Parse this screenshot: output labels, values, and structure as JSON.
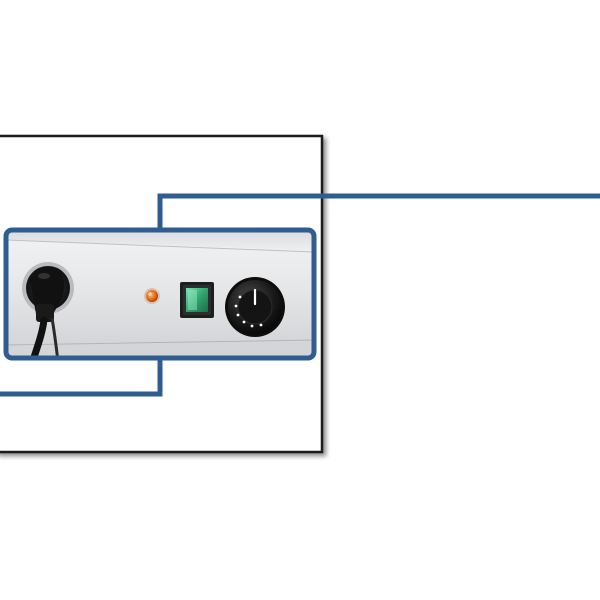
{
  "scene": {
    "description_visible_text": "",
    "colors": {
      "background": "#ffffff",
      "frame_border": "#1a1a1a",
      "callout_line": "#2f5d8f",
      "panel_metal_light": "#e9eaec",
      "panel_metal_dark": "#c9cbce",
      "indicator_lamp": "#e8731e",
      "switch_rocker": "#3ab27a",
      "knob_body": "#1c1c1c"
    },
    "elements": {
      "detail_frame": "zoom-frame",
      "callout_box": "callout-box",
      "callout_leader": "callout-leader-line",
      "control_panel": "control-panel",
      "power_cord": "power-cord-plug",
      "indicator_lamp": "indicator-lamp",
      "rocker_switch": "rocker-switch",
      "thermostat_knob": "thermostat-knob"
    }
  }
}
